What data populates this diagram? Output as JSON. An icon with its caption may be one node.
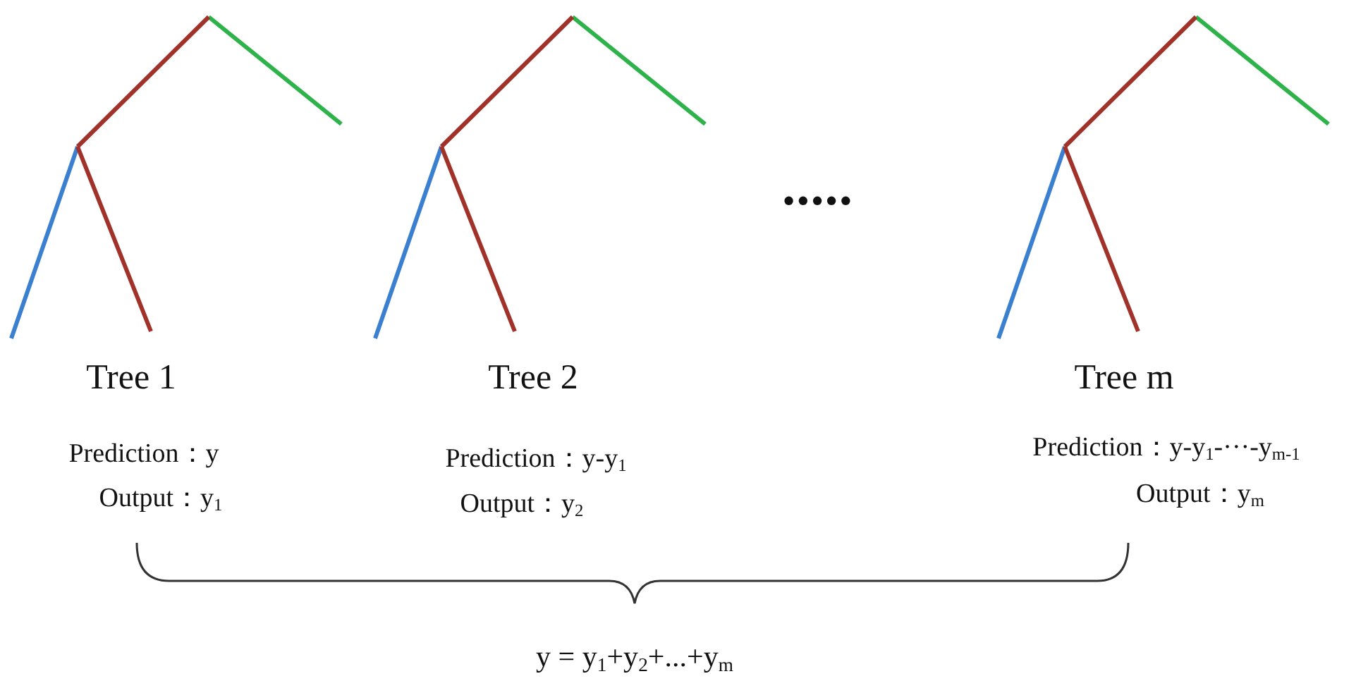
{
  "diagram": {
    "labels": [
      "•••••",
      "Tree 1",
      "Tree 2",
      "Tree m",
      "Prediction：y",
      "Prediction：y-y$_{1}$",
      "Prediction：y-y$_{1}$-···-y$_{m-1}$",
      "Output：y$_{1}$",
      "Output：y$_{2}$",
      "Output：y$_{m}$",
      "y = y$_{1}$+y$_{2}$+...+y$_{m}$"
    ]
  }
}
